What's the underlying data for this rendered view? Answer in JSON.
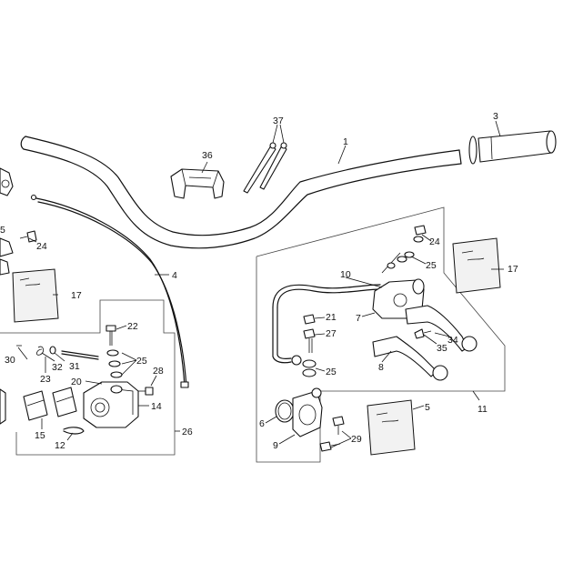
{
  "callouts": {
    "c1": "1",
    "c3": "3",
    "c4": "4",
    "c5": "5",
    "c5b": "5",
    "c6": "6",
    "c7": "7",
    "c8": "8",
    "c9": "9",
    "c10": "10",
    "c11": "11",
    "c12": "12",
    "c14": "14",
    "c15": "15",
    "c17": "17",
    "c17b": "17",
    "c20": "20",
    "c21": "21",
    "c22": "22",
    "c23": "23",
    "c24": "24",
    "c24b": "24",
    "c25": "25",
    "c25b": "25",
    "c25c": "25",
    "c26": "26",
    "c27": "27",
    "c28": "28",
    "c29": "29",
    "c30": "30",
    "c31": "31",
    "c32": "32",
    "c34": "34",
    "c35": "35",
    "c36": "36",
    "c37": "37"
  },
  "colors": {
    "line": "#111111",
    "background": "#ffffff"
  }
}
